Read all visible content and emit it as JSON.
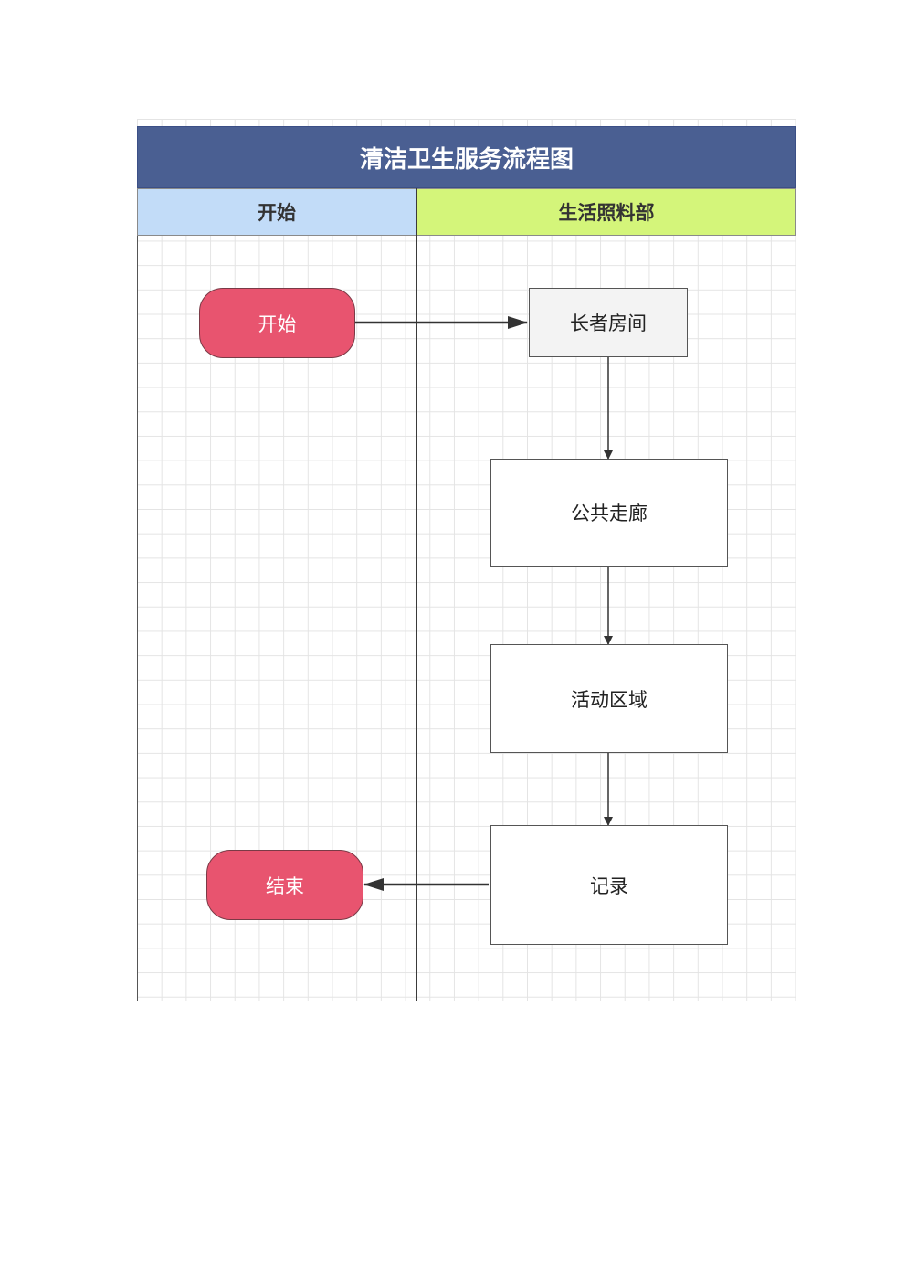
{
  "title": "清洁卫生服务流程图",
  "lanes": [
    {
      "label": "开始",
      "color": "#c2dcf8"
    },
    {
      "label": "生活照料部",
      "color": "#d4f57a"
    }
  ],
  "nodes": {
    "start": {
      "label": "开始",
      "shape": "terminal"
    },
    "elder_room": {
      "label": "长者房间",
      "shape": "process"
    },
    "corridor": {
      "label": "公共走廊",
      "shape": "process"
    },
    "activity_area": {
      "label": "活动区域",
      "shape": "process"
    },
    "record": {
      "label": "记录",
      "shape": "process"
    },
    "end": {
      "label": "结束",
      "shape": "terminal"
    }
  },
  "edges": [
    {
      "from": "start",
      "to": "elder_room"
    },
    {
      "from": "elder_room",
      "to": "corridor"
    },
    {
      "from": "corridor",
      "to": "activity_area"
    },
    {
      "from": "activity_area",
      "to": "record"
    },
    {
      "from": "record",
      "to": "end"
    }
  ],
  "colors": {
    "title_bg": "#4a5f92",
    "terminal_fill": "#e8546f",
    "elder_room_fill": "#f3f3f3",
    "process_fill": "#ffffff",
    "connector": "#333333"
  }
}
